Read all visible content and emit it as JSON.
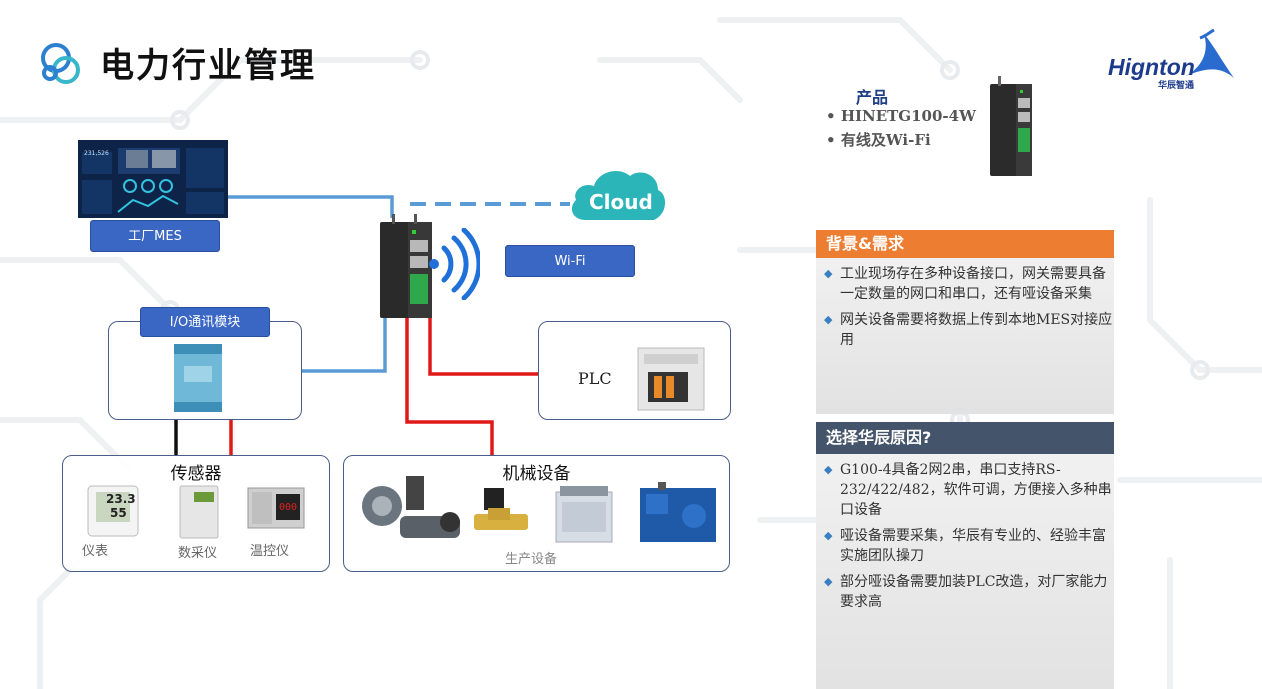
{
  "header": {
    "title": "电力行业管理"
  },
  "logo": {
    "brand": "Hignton",
    "sub": "华辰智通"
  },
  "product": {
    "heading": "产品",
    "items": [
      "HINETG100-4W",
      "有线及Wi-Fi"
    ]
  },
  "diagram": {
    "mes_label": "工厂MES",
    "dash_value": "231,526",
    "cloud_label": "Cloud",
    "wifi_label": "Wi-Fi",
    "io_label": "I/O通讯模块",
    "plc_label": "PLC",
    "sensors": {
      "title": "传感器",
      "items": [
        "仪表",
        "数采仪",
        "温控仪"
      ],
      "meter_readings": [
        "23.3",
        "55"
      ],
      "temp_reading": "000"
    },
    "machines": {
      "title": "机械设备",
      "caption": "生产设备"
    }
  },
  "panels": {
    "background": {
      "heading": "背景&需求",
      "bullets": [
        "工业现场存在多种设备接口，网关需要具备一定数量的网口和串口，还有哑设备采集",
        "网关设备需要将数据上传到本地MES对接应用"
      ]
    },
    "reasons": {
      "heading": "选择华辰原因?",
      "bullets": [
        "G100-4具备2网2串，串口支持RS-232/422/482，软件可调，方便接入多种串口设备",
        "哑设备需要采集，华辰有专业的、经验丰富实施团队操刀",
        "部分哑设备需要加装PLC改造，对厂家能力要求高"
      ]
    }
  },
  "colors": {
    "accent_blue": "#3a67c4",
    "link_blue": "#5b9bd5",
    "link_red": "#e01818",
    "orange": "#ed7d31",
    "navy": "#44546a",
    "cloud": "#2bb5b8"
  }
}
